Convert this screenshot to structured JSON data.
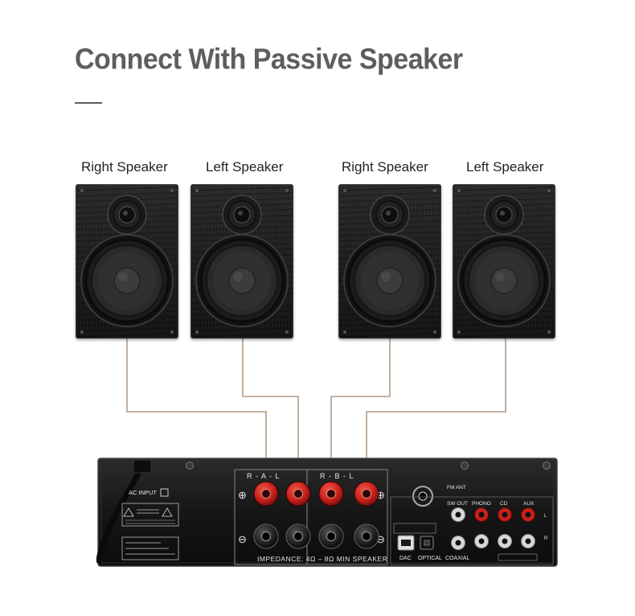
{
  "title": "Connect With Passive Speaker",
  "speakers": [
    {
      "label": "Right Speaker"
    },
    {
      "label": "Left Speaker"
    },
    {
      "label": "Right Speaker"
    },
    {
      "label": "Left Speaker"
    }
  ],
  "amplifier": {
    "ac_input": "AC INPUT",
    "group_a": "R - A - L",
    "group_b": "R - B - L",
    "impedance": "IMPEDANCE: 4Ω – 8Ω MIN SPEAKER",
    "fm_ant": "FM ANT",
    "sw_out": "SW OUT",
    "phono": "PHONO",
    "cd": "CD",
    "aux": "AUX",
    "dac": "DAC",
    "optical": "OPTICAL",
    "coaxial": "COAXIAL",
    "plus": "⊕",
    "minus": "⊖",
    "side_l": "L",
    "side_r": "R"
  },
  "colors": {
    "title": "#5e5e5e",
    "wire": "#b09a86",
    "terminal_red": "#c8201c",
    "amp_body": "#151515"
  }
}
